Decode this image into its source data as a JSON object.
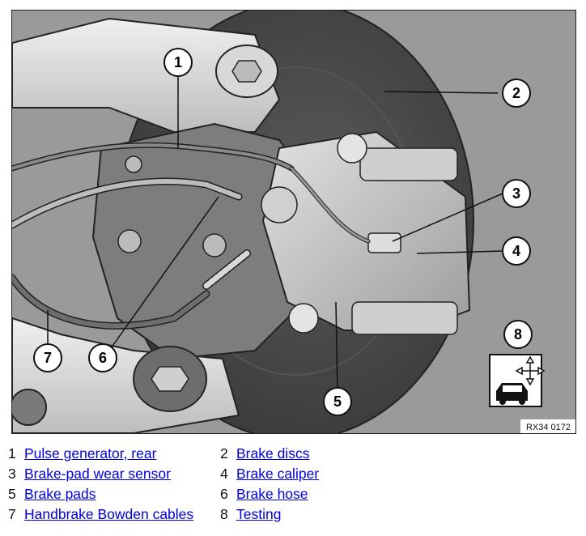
{
  "figure": {
    "reference": "RX34 0172",
    "callouts": [
      "1",
      "2",
      "3",
      "4",
      "5",
      "6",
      "7",
      "8"
    ]
  },
  "legend": {
    "items": [
      {
        "number": "1",
        "label": "Pulse generator, rear"
      },
      {
        "number": "2",
        "label": "Brake discs"
      },
      {
        "number": "3",
        "label": "Brake-pad wear sensor"
      },
      {
        "number": "4",
        "label": "Brake caliper"
      },
      {
        "number": "5",
        "label": "Brake pads"
      },
      {
        "number": "6",
        "label": "Brake hose"
      },
      {
        "number": "7",
        "label": "Handbrake Bowden cables"
      },
      {
        "number": "8",
        "label": "Testing"
      }
    ]
  },
  "colors": {
    "background": "#9a9a9a",
    "link": "#0000dd",
    "callout_fill": "#ffffff",
    "outline": "#111111"
  },
  "icons": [
    "car-test-icon",
    "move-arrows-icon"
  ]
}
